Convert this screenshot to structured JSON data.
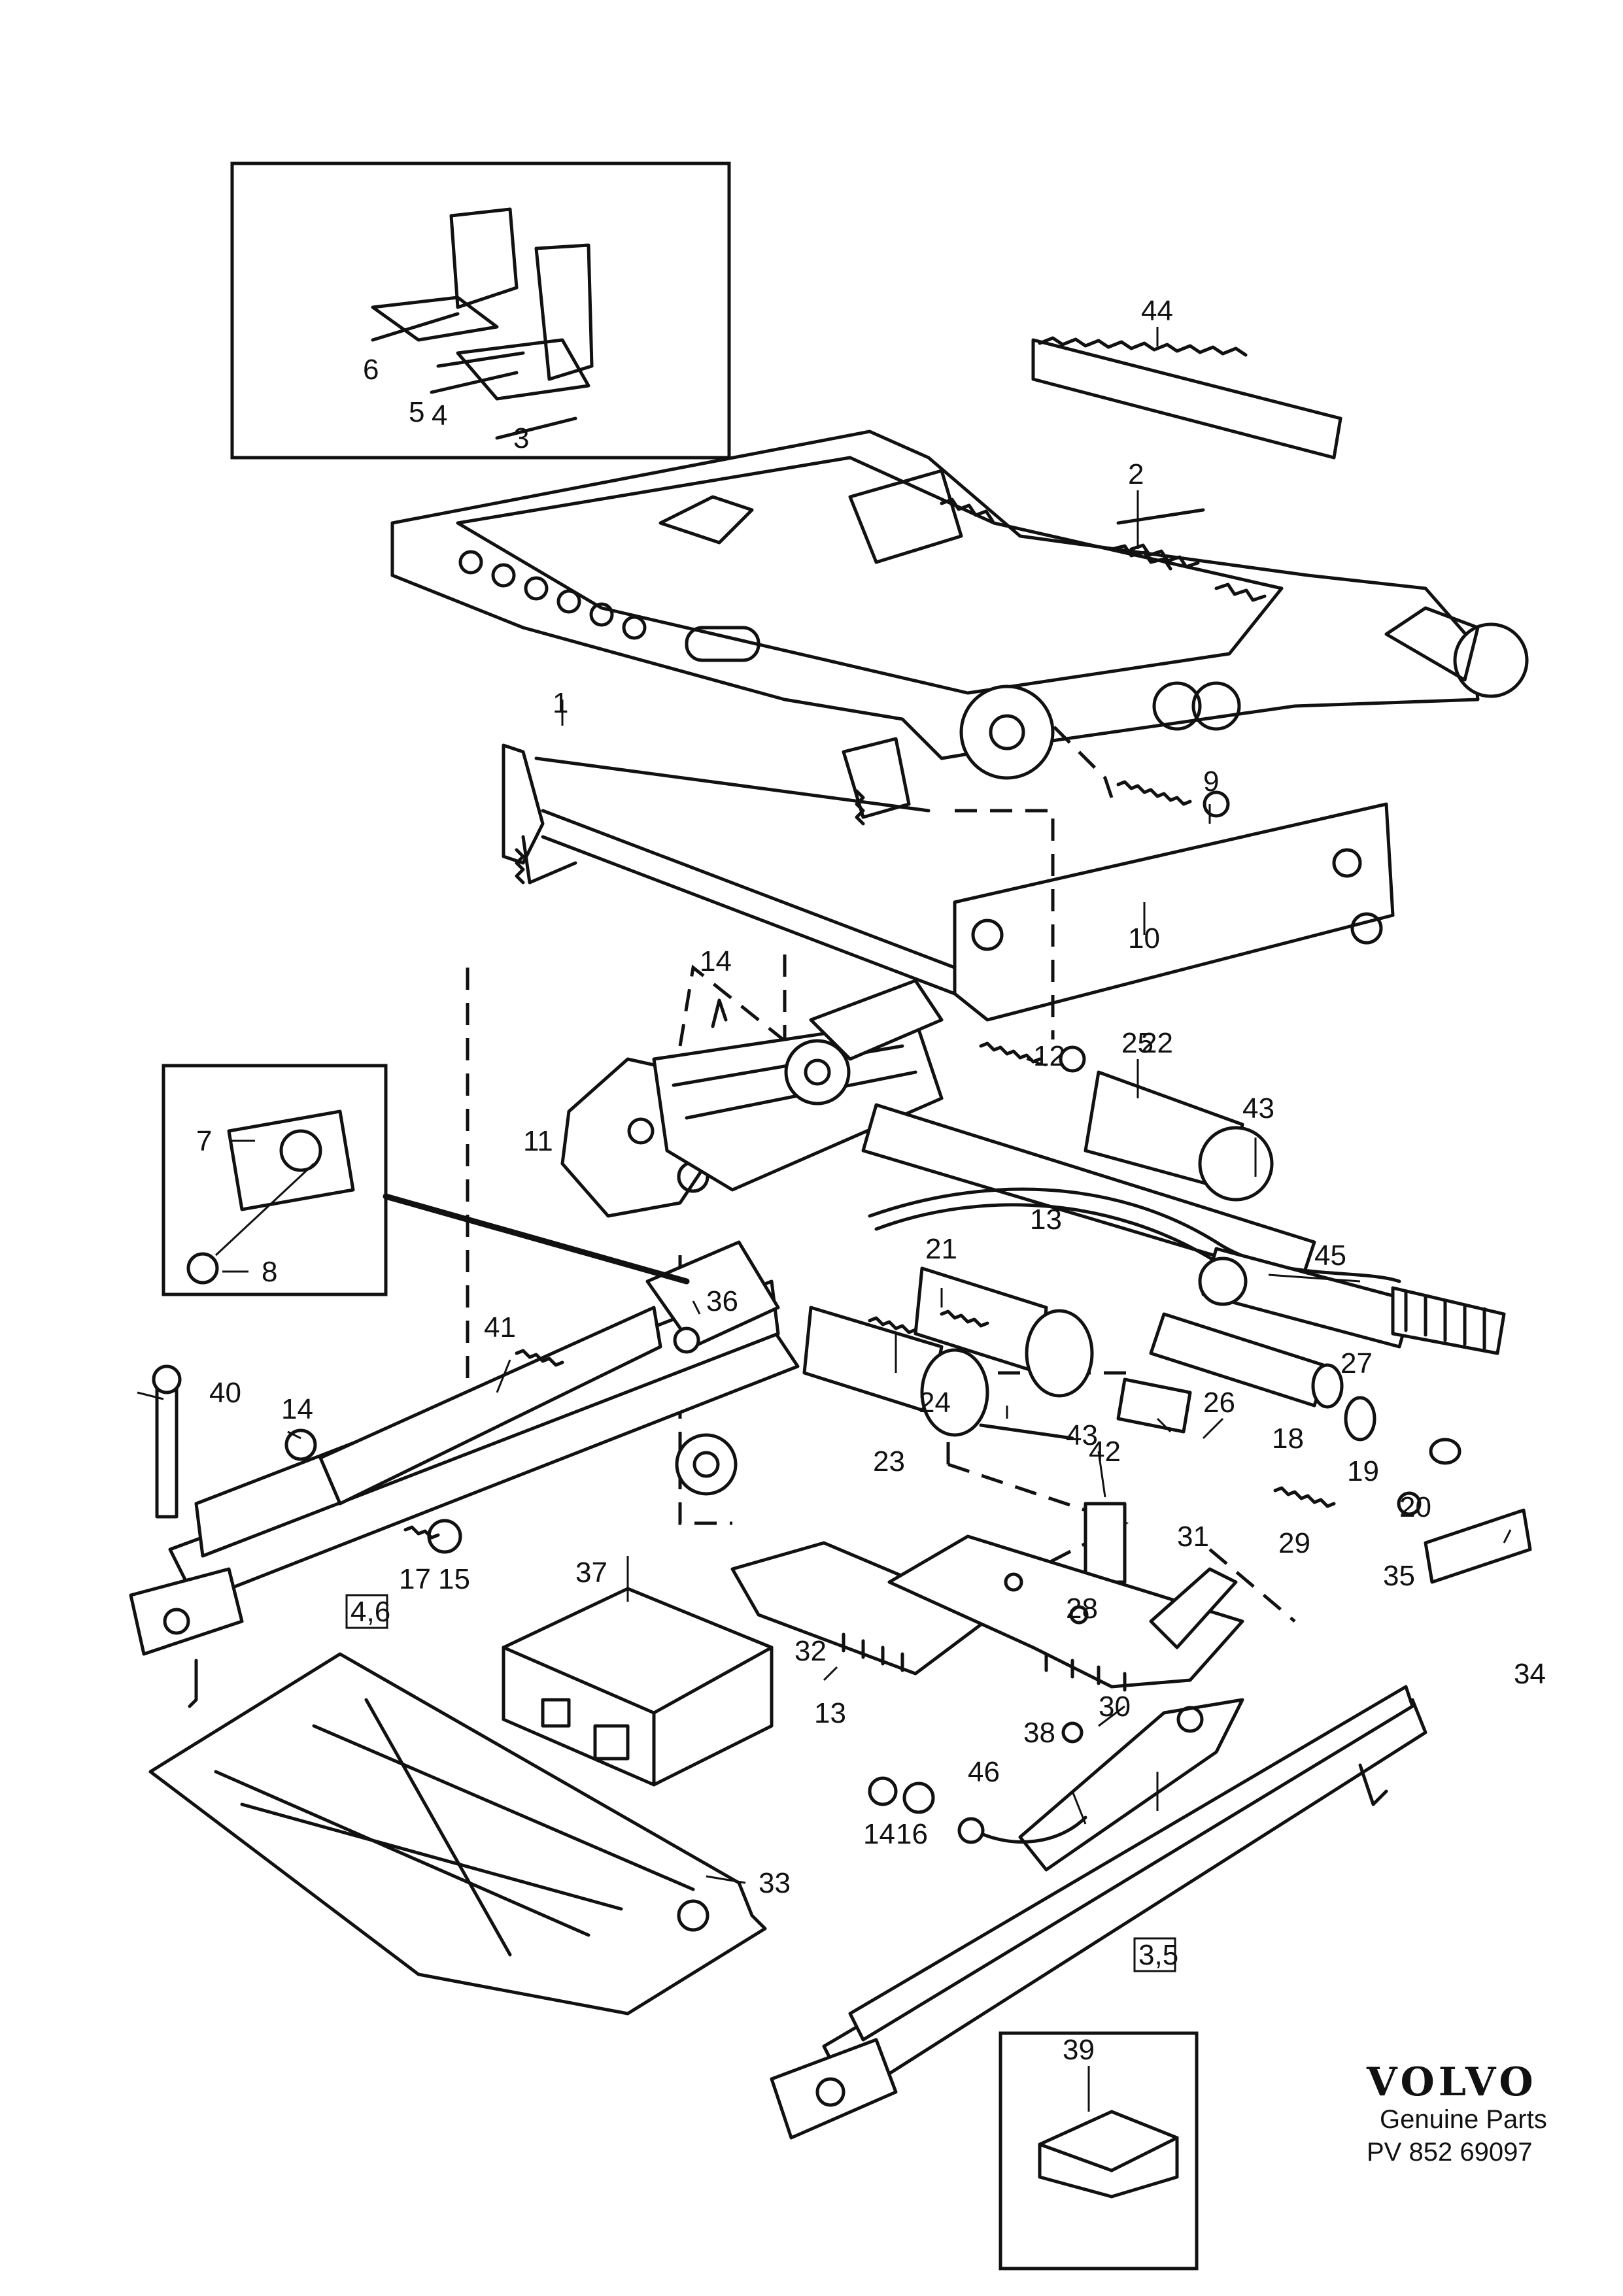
{
  "callouts": {
    "c1": "1",
    "c2": "2",
    "c3": "3",
    "c4": "4",
    "c5": "5",
    "c6": "6",
    "c7": "7",
    "c8": "8",
    "c9": "9",
    "c10": "10",
    "c11": "11",
    "c12": "12",
    "c13a": "13",
    "c13b": "13",
    "c14a": "14",
    "c14b": "14",
    "c14c": "14",
    "c15": "15",
    "c16": "16",
    "c17": "17",
    "c18": "18",
    "c19": "19",
    "c20": "20",
    "c21": "21",
    "c22": "22",
    "c23": "23",
    "c24": "24",
    "c25": "25",
    "c26": "26",
    "c27": "27",
    "c28": "28",
    "c29": "29",
    "c30": "30",
    "c31": "31",
    "c32": "32",
    "c33": "33",
    "c34": "34",
    "c35": "35",
    "c36": "36",
    "c37": "37",
    "c38": "38",
    "c39": "39",
    "c40": "40",
    "c41": "41",
    "c42": "42",
    "c43a": "43",
    "c43b": "43",
    "c44": "44",
    "c45": "45",
    "c46": "46",
    "ref46": "4,6",
    "ref35": "3,5"
  },
  "footer": {
    "brand": "VOLVO",
    "subtitle": "Genuine Parts",
    "code": "PV 852 69097"
  }
}
